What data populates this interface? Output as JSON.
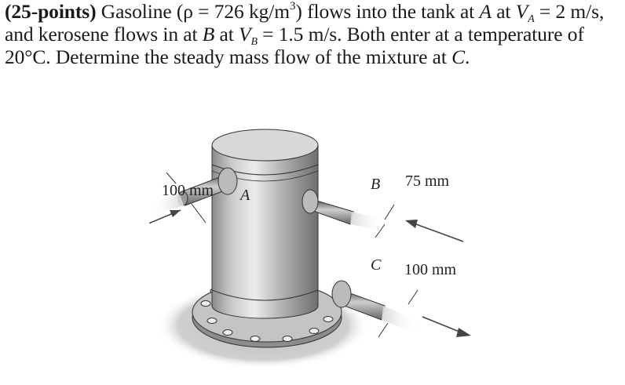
{
  "problem": {
    "points_label": "(25-points)",
    "text_1": " Gasoline (ρ = 726 kg/m",
    "density_exponent": "3",
    "text_2": ") flows into the tank at ",
    "point_a": "A",
    "text_3": " at ",
    "velocity_a_symbol": "V",
    "velocity_a_sub": "A",
    "text_4": " = 2 m/s, and kerosene flows in at ",
    "point_b": "B",
    "text_5": " at ",
    "velocity_b_symbol": "V",
    "velocity_b_sub": "B",
    "text_6": " = 1.5 m/s. Both enter at a temperature of 20°C. Determine the steady mass flow of the mixture at ",
    "point_c": "C",
    "text_7": "."
  },
  "figure": {
    "label_a": "A",
    "label_b": "B",
    "label_c": "C",
    "dim_a": "100 mm",
    "dim_b": "75 mm",
    "dim_c": "100 mm"
  }
}
